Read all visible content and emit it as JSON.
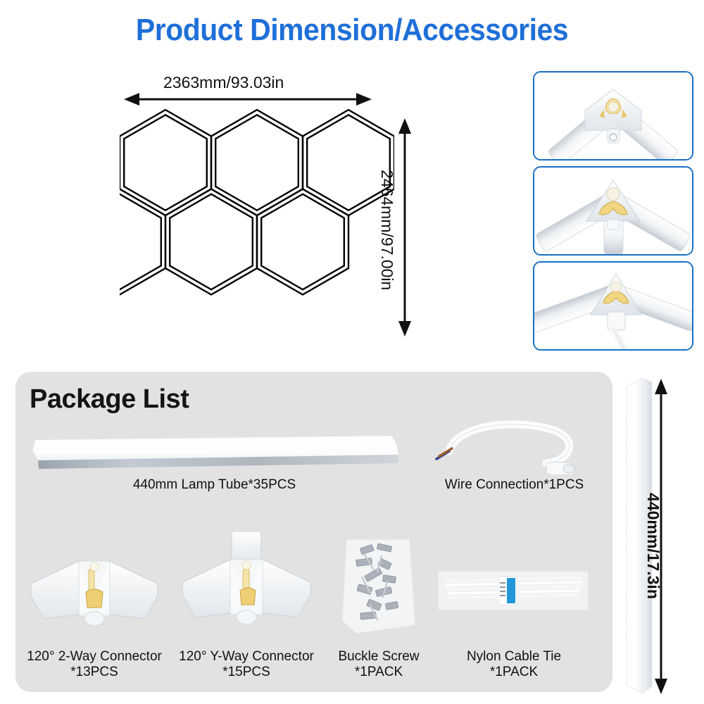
{
  "title": "Product Dimension/Accessories",
  "colors": {
    "title_blue": "#1f6fd8",
    "panel_border_blue": "#1a6fc4",
    "package_panel_gray": "#e2e2e2",
    "text_black": "#111111"
  },
  "dimensions": {
    "grid_width": "2363mm/93.03in",
    "grid_height": "2464mm/97.00in",
    "tube_length": "440mm/17.3in"
  },
  "hex_grid": {
    "rows": 2,
    "hexes_per_row": 3,
    "total_hexes": 6,
    "orientation": "pointy-top"
  },
  "photo_panels": [
    {
      "name": "corner-connector",
      "caption": ""
    },
    {
      "name": "y-connector",
      "caption": ""
    },
    {
      "name": "y-connector-with-wire",
      "caption": ""
    }
  ],
  "package": {
    "heading": "Package List",
    "items": [
      {
        "name": "lamp-tube",
        "label": "440mm Lamp Tube*35PCS",
        "line1": "440mm Lamp Tube*35PCS",
        "line2": ""
      },
      {
        "name": "wire-connection",
        "label": "Wire Connection*1PCS",
        "line1": "Wire Connection*1PCS",
        "line2": ""
      },
      {
        "name": "2-way-connector",
        "label": "120° 2-Way Connector *13PCS",
        "line1": "120° 2-Way Connector",
        "line2": "*13PCS"
      },
      {
        "name": "y-way-connector",
        "label": "120° Y-Way Connector *15PCS",
        "line1": "120° Y-Way Connector",
        "line2": "*15PCS"
      },
      {
        "name": "buckle-screw",
        "label": "Buckle Screw *1PACK",
        "line1": "Buckle Screw",
        "line2": "*1PACK"
      },
      {
        "name": "nylon-cable-tie",
        "label": "Nylon Cable Tie *1PACK",
        "line1": "Nylon Cable Tie",
        "line2": "*1PACK"
      }
    ]
  }
}
